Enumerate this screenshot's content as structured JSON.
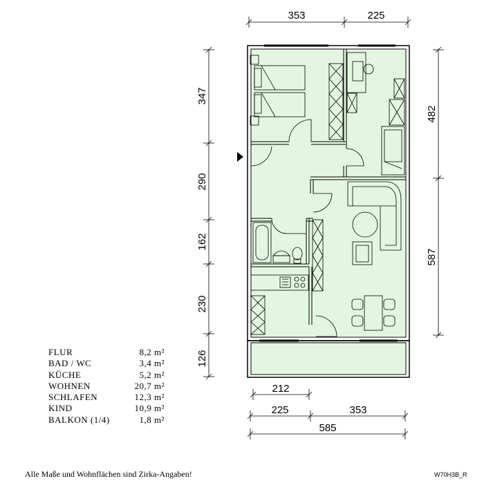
{
  "plan": {
    "dimensions_top": [
      "353",
      "225"
    ],
    "dimensions_left": [
      "347",
      "290",
      "162",
      "230",
      "126"
    ],
    "dimensions_right": [
      "482",
      "587"
    ],
    "dimensions_bottom_inner": "212",
    "dimensions_bottom_split": [
      "225",
      "353"
    ],
    "dimensions_bottom_total": "585",
    "colors": {
      "room_fill": "#e3f7e0",
      "wall": "#000000",
      "line": "#000000"
    }
  },
  "areas": [
    {
      "label": "FLUR",
      "value": "8,2 m²"
    },
    {
      "label": "BAD / WC",
      "value": "3,4 m²"
    },
    {
      "label": "KÜCHE",
      "value": "5,2 m²"
    },
    {
      "label": "WOHNEN",
      "value": "20,7 m²"
    },
    {
      "label": "SCHLAFEN",
      "value": "12,3 m²"
    },
    {
      "label": "KIND",
      "value": "10,9 m²"
    },
    {
      "label": "BALKON (1/4)",
      "value": "1,8 m²"
    }
  ],
  "footnote": "Alle Maße und Wohnflächen sind Zirka-Angaben!",
  "plan_code": "W70H3B_R"
}
